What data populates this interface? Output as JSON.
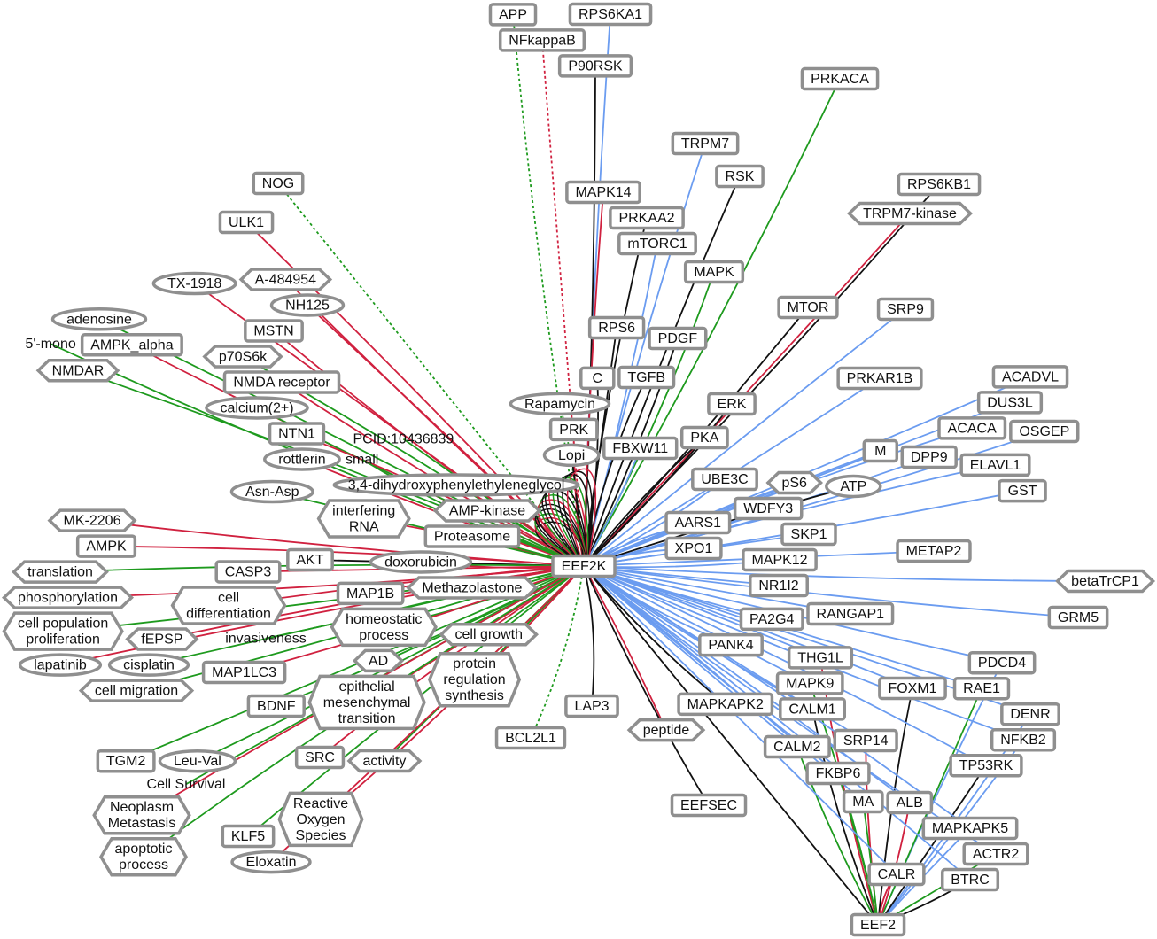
{
  "graph": {
    "colors": {
      "black": "#111111",
      "red": "#d0213f",
      "green": "#1e9a1e",
      "blue": "#6b9cf0",
      "node_border": "#8f8f8f"
    },
    "hub": "EEF2K",
    "secondary_hub": "EEF2",
    "nodes": [
      {
        "id": "APP",
        "label": "APP",
        "shape": "rect",
        "edge": "green",
        "dashed": true
      },
      {
        "id": "RPS6KA1",
        "label": "RPS6KA1",
        "shape": "rect",
        "edge": "blue"
      },
      {
        "id": "NFkappaB",
        "label": "NFkappaB",
        "shape": "rect",
        "edge": "red",
        "dashed": true
      },
      {
        "id": "P90RSK",
        "label": "P90RSK",
        "shape": "rect",
        "edge": "black"
      },
      {
        "id": "PRKACA",
        "label": "PRKACA",
        "shape": "rect",
        "edge": "green"
      },
      {
        "id": "TRPM7",
        "label": "TRPM7",
        "shape": "rect",
        "edge": "blue"
      },
      {
        "id": "RSK",
        "label": "RSK",
        "shape": "rect",
        "edge": "black"
      },
      {
        "id": "NOG",
        "label": "NOG",
        "shape": "rect",
        "edge": "green",
        "dashed": true
      },
      {
        "id": "RPS6KB1",
        "label": "RPS6KB1",
        "shape": "rect",
        "edge": "black"
      },
      {
        "id": "TRPM7-kinase",
        "label": "TRPM7-kinase",
        "shape": "hex",
        "edge": "red"
      },
      {
        "id": "PRKAA2",
        "label": "PRKAA2",
        "shape": "rect",
        "edge": "black"
      },
      {
        "id": "MAPK14",
        "label": "MAPK14",
        "shape": "rect",
        "edge": "red"
      },
      {
        "id": "ULK1",
        "label": "ULK1",
        "shape": "rect",
        "edge": "red"
      },
      {
        "id": "mTORC1",
        "label": "mTORC1",
        "shape": "rect",
        "edge": "blue"
      },
      {
        "id": "MAPK",
        "label": "MAPK",
        "shape": "rect",
        "edge": "green"
      },
      {
        "id": "TX-1918",
        "label": "TX-1918",
        "shape": "ellipse",
        "edge": "red"
      },
      {
        "id": "A-484954",
        "label": "A-484954",
        "shape": "hex",
        "edge": "red"
      },
      {
        "id": "MTOR",
        "label": "MTOR",
        "shape": "rect",
        "edge": "black"
      },
      {
        "id": "SRP9",
        "label": "SRP9",
        "shape": "rect",
        "edge": "blue"
      },
      {
        "id": "adenosine",
        "label": "adenosine",
        "shape": "ellipse",
        "edge": "green"
      },
      {
        "id": "5-mono",
        "label": "5'-mono",
        "shape": "text",
        "edge": "green"
      },
      {
        "id": "NH125",
        "label": "NH125",
        "shape": "ellipse",
        "edge": "red"
      },
      {
        "id": "RPS6",
        "label": "RPS6",
        "shape": "rect",
        "edge": "black"
      },
      {
        "id": "PDGF",
        "label": "PDGF",
        "shape": "rect",
        "edge": "black"
      },
      {
        "id": "NMDAR",
        "label": "NMDAR",
        "shape": "hex",
        "edge": "green"
      },
      {
        "id": "AMPK_alpha",
        "label": "AMPK_alpha",
        "shape": "rect",
        "edge": "red"
      },
      {
        "id": "MSTN",
        "label": "MSTN",
        "shape": "rect",
        "edge": "red"
      },
      {
        "id": "p70S6k",
        "label": "p70S6k",
        "shape": "hex",
        "edge": "green"
      },
      {
        "id": "PRKAR1B",
        "label": "PRKAR1B",
        "shape": "rect",
        "edge": "blue"
      },
      {
        "id": "C-node",
        "label": "C",
        "shape": "rect",
        "edge": "black"
      },
      {
        "id": "TGFB",
        "label": "TGFB",
        "shape": "rect",
        "edge": "black"
      },
      {
        "id": "calcium",
        "label": "calcium(2+)",
        "shape": "ellipse",
        "edge": "green"
      },
      {
        "id": "NMDA receptor",
        "label": "NMDA receptor",
        "shape": "rect",
        "edge": "red"
      },
      {
        "id": "Rapamycin",
        "label": "Rapamycin",
        "shape": "ellipse",
        "edge": "green",
        "dashed": true
      },
      {
        "id": "ERK",
        "label": "ERK",
        "shape": "rect",
        "edge": "black"
      },
      {
        "id": "ACADVL",
        "label": "ACADVL",
        "shape": "rect",
        "edge": "blue"
      },
      {
        "id": "ACACA",
        "label": "ACACA",
        "shape": "rect",
        "edge": "blue"
      },
      {
        "id": "DUS3L",
        "label": "DUS3L",
        "shape": "rect",
        "edge": "blue"
      },
      {
        "id": "OSGEP",
        "label": "OSGEP",
        "shape": "rect",
        "edge": "blue"
      },
      {
        "id": "NTN1",
        "label": "NTN1",
        "shape": "rect",
        "edge": "red"
      },
      {
        "id": "PKA",
        "label": "PKA",
        "shape": "rect",
        "edge": "black"
      },
      {
        "id": "PRK",
        "label": "PRK",
        "shape": "rect",
        "edge": "red"
      },
      {
        "id": "Lopi",
        "label": "Lopi",
        "shape": "ellipse",
        "edge": "black"
      },
      {
        "id": "FBXW11",
        "label": "FBXW11",
        "shape": "rect",
        "edge": "blue"
      },
      {
        "id": "rottlerin",
        "label": "rottlerin",
        "shape": "ellipse",
        "edge": "red"
      },
      {
        "id": "PCID",
        "label": "PCID:10436839",
        "shape": "text",
        "edge": "green"
      },
      {
        "id": "M-node",
        "label": "M",
        "shape": "rect",
        "edge": "blue"
      },
      {
        "id": "DPP9",
        "label": "DPP9",
        "shape": "rect",
        "edge": "blue"
      },
      {
        "id": "ELAVL1",
        "label": "ELAVL1",
        "shape": "rect",
        "edge": "blue"
      },
      {
        "id": "dihydroxy",
        "label": "3,4-dihydroxyphenylethyleneglycol",
        "shape": "ellipse",
        "edge": "red"
      },
      {
        "id": "small",
        "label": "small",
        "shape": "text",
        "edge": "green"
      },
      {
        "id": "siRNA",
        "label": "interfering\nRNA",
        "shape": "hex",
        "edge": "red"
      },
      {
        "id": "Asn-Asp",
        "label": "Asn-Asp",
        "shape": "ellipse",
        "edge": "green"
      },
      {
        "id": "UBE3C",
        "label": "UBE3C",
        "shape": "rect",
        "edge": "blue"
      },
      {
        "id": "ATP",
        "label": "ATP",
        "shape": "ellipse",
        "edge": "black"
      },
      {
        "id": "pS6",
        "label": "pS6",
        "shape": "hex",
        "edge": "blue"
      },
      {
        "id": "GST",
        "label": "GST",
        "shape": "rect",
        "edge": "blue"
      },
      {
        "id": "AMP-kinase",
        "label": "AMP-kinase",
        "shape": "hex",
        "edge": "green"
      },
      {
        "id": "Proteasome",
        "label": "Proteasome",
        "shape": "rect",
        "edge": "green"
      },
      {
        "id": "MK-2206",
        "label": "MK-2206",
        "shape": "hex",
        "edge": "red"
      },
      {
        "id": "AARS1",
        "label": "AARS1",
        "shape": "rect",
        "edge": "blue"
      },
      {
        "id": "SKP1",
        "label": "SKP1",
        "shape": "rect",
        "edge": "blue"
      },
      {
        "id": "WDFY3",
        "label": "WDFY3",
        "shape": "rect",
        "edge": "blue"
      },
      {
        "id": "AMPK",
        "label": "AMPK",
        "shape": "rect",
        "edge": "red"
      },
      {
        "id": "METAP2",
        "label": "METAP2",
        "shape": "rect",
        "edge": "blue"
      },
      {
        "id": "MAPK12",
        "label": "MAPK12",
        "shape": "rect",
        "edge": "blue"
      },
      {
        "id": "XPO1",
        "label": "XPO1",
        "shape": "rect",
        "edge": "blue"
      },
      {
        "id": "AKT",
        "label": "AKT",
        "shape": "rect",
        "edge": "black"
      },
      {
        "id": "doxorubicin",
        "label": "doxorubicin",
        "shape": "ellipse",
        "edge": "red"
      },
      {
        "id": "Methazolastone",
        "label": "Methazolastone",
        "shape": "hex",
        "edge": "green"
      },
      {
        "id": "NR1I2",
        "label": "NR1I2",
        "shape": "rect",
        "edge": "blue"
      },
      {
        "id": "betaTrCP1",
        "label": "betaTrCP1",
        "shape": "hex",
        "edge": "blue"
      },
      {
        "id": "translation",
        "label": "translation",
        "shape": "hex",
        "edge": "green"
      },
      {
        "id": "CASP3",
        "label": "CASP3",
        "shape": "rect",
        "edge": "red"
      },
      {
        "id": "phosphorylation",
        "label": "phosphorylation",
        "shape": "hex",
        "edge": "red"
      },
      {
        "id": "MAP1B",
        "label": "MAP1B",
        "shape": "rect",
        "edge": "red"
      },
      {
        "id": "RANGAP1",
        "label": "RANGAP1",
        "shape": "rect",
        "edge": "blue"
      },
      {
        "id": "GRM5",
        "label": "GRM5",
        "shape": "rect",
        "edge": "blue"
      },
      {
        "id": "cell-diff",
        "label": "cell\ndifferentiation",
        "shape": "hex",
        "edge": "red"
      },
      {
        "id": "invasiveness",
        "label": "invasiveness",
        "shape": "text",
        "edge": "green"
      },
      {
        "id": "cell-pop",
        "label": "cell population\nproliferation",
        "shape": "hex",
        "edge": "green"
      },
      {
        "id": "fEPSP",
        "label": "fEPSP",
        "shape": "hex",
        "edge": "red"
      },
      {
        "id": "EMT",
        "label": "epithelial\nmesenchymal\ntransition",
        "shape": "hex",
        "edge": "red"
      },
      {
        "id": "homeostatic",
        "label": "homeostatic\nprocess",
        "shape": "hex",
        "edge": "green"
      },
      {
        "id": "cell growth",
        "label": "cell growth",
        "shape": "hex",
        "edge": "green"
      },
      {
        "id": "PA2G4",
        "label": "PA2G4",
        "shape": "rect",
        "edge": "blue"
      },
      {
        "id": "PANK4",
        "label": "PANK4",
        "shape": "rect",
        "edge": "blue"
      },
      {
        "id": "lapatinib",
        "label": "lapatinib",
        "shape": "ellipse",
        "edge": "red"
      },
      {
        "id": "cisplatin",
        "label": "cisplatin",
        "shape": "ellipse",
        "edge": "green"
      },
      {
        "id": "MAPK9",
        "label": "MAPK9",
        "shape": "rect",
        "edge": "blue"
      },
      {
        "id": "THG1L",
        "label": "THG1L",
        "shape": "rect",
        "edge": "blue"
      },
      {
        "id": "PDCD4",
        "label": "PDCD4",
        "shape": "rect",
        "edge": "blue"
      },
      {
        "id": "MAP1LC3",
        "label": "MAP1LC3",
        "shape": "rect",
        "edge": "red"
      },
      {
        "id": "prot",
        "label": "protein\nregulation\nsynthesis",
        "shape": "hex",
        "edge": "green"
      },
      {
        "id": "AD",
        "label": "AD",
        "shape": "hex",
        "edge": "green"
      },
      {
        "id": "cell migration",
        "label": "cell migration",
        "shape": "hex",
        "edge": "green"
      },
      {
        "id": "FOXM1",
        "label": "FOXM1",
        "shape": "rect",
        "edge": "blue"
      },
      {
        "id": "RAE1",
        "label": "RAE1",
        "shape": "rect",
        "edge": "blue"
      },
      {
        "id": "BDNF",
        "label": "BDNF",
        "shape": "rect",
        "edge": "green"
      },
      {
        "id": "LAP3",
        "label": "LAP3",
        "shape": "rect",
        "edge": "black"
      },
      {
        "id": "CALM1",
        "label": "CALM1",
        "shape": "rect",
        "edge": "blue"
      },
      {
        "id": "MAPKAPK2",
        "label": "MAPKAPK2",
        "shape": "rect",
        "edge": "black"
      },
      {
        "id": "peptide",
        "label": "peptide",
        "shape": "hex",
        "edge": "red"
      },
      {
        "id": "DENR",
        "label": "DENR",
        "shape": "rect",
        "edge": "blue"
      },
      {
        "id": "BCL2L1",
        "label": "BCL2L1",
        "shape": "rect",
        "edge": "green",
        "dashed": true
      },
      {
        "id": "CALM2",
        "label": "CALM2",
        "shape": "rect",
        "edge": "blue"
      },
      {
        "id": "SRP14",
        "label": "SRP14",
        "shape": "rect",
        "edge": "blue"
      },
      {
        "id": "NFKB2",
        "label": "NFKB2",
        "shape": "rect",
        "edge": "blue"
      },
      {
        "id": "TP53RK",
        "label": "TP53RK",
        "shape": "rect",
        "edge": "blue"
      },
      {
        "id": "Leu-Val",
        "label": "Leu-Val",
        "shape": "ellipse",
        "edge": "green"
      },
      {
        "id": "TGM2",
        "label": "TGM2",
        "shape": "rect",
        "edge": "green"
      },
      {
        "id": "SRC",
        "label": "SRC",
        "shape": "rect",
        "edge": "red"
      },
      {
        "id": "activity",
        "label": "activity",
        "shape": "hex",
        "edge": "green"
      },
      {
        "id": "FKBP6",
        "label": "FKBP6",
        "shape": "rect",
        "edge": "blue"
      },
      {
        "id": "Cell Survival",
        "label": "Cell Survival",
        "shape": "text",
        "edge": "green"
      },
      {
        "id": "Neoplasm",
        "label": "Neoplasm\nMetastasis",
        "shape": "hex",
        "edge": "red"
      },
      {
        "id": "EEFSEC",
        "label": "EEFSEC",
        "shape": "rect",
        "edge": "black"
      },
      {
        "id": "MA-node",
        "label": "MA",
        "shape": "rect",
        "edge": "blue"
      },
      {
        "id": "ALB",
        "label": "ALB",
        "shape": "rect",
        "edge": "blue"
      },
      {
        "id": "ROS",
        "label": "Reactive\nOxygen\nSpecies",
        "shape": "hex",
        "edge": "red"
      },
      {
        "id": "apoptotic",
        "label": "apoptotic\nprocess",
        "shape": "hex",
        "edge": "green"
      },
      {
        "id": "KLF5",
        "label": "KLF5",
        "shape": "rect",
        "edge": "green"
      },
      {
        "id": "Eloxatin",
        "label": "Eloxatin",
        "shape": "ellipse",
        "edge": "red"
      },
      {
        "id": "MAPKAPK5",
        "label": "MAPKAPK5",
        "shape": "rect",
        "edge": "blue"
      },
      {
        "id": "BTRC",
        "label": "BTRC",
        "shape": "rect",
        "edge": "blue"
      },
      {
        "id": "ACTR2",
        "label": "ACTR2",
        "shape": "rect",
        "edge": "blue"
      },
      {
        "id": "CALR",
        "label": "CALR",
        "shape": "rect",
        "edge": "blue"
      },
      {
        "id": "EEF2",
        "label": "EEF2",
        "shape": "rect",
        "edge": "black"
      },
      {
        "id": "EEF2K",
        "label": "EEF2K",
        "shape": "rect",
        "edge": "none"
      }
    ]
  }
}
